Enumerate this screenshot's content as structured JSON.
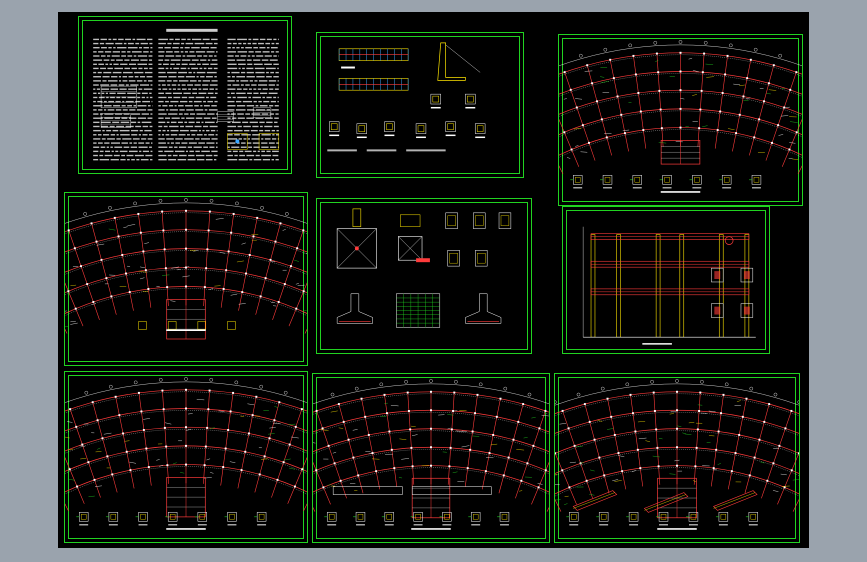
{
  "window": {
    "title": ""
  },
  "colors": {
    "background": "#9aa3ad",
    "canvas": "#000000",
    "frame": "#21d321",
    "wall": "#ff3b3b",
    "line": "#ffffff",
    "accent": "#ffe600",
    "dim": "#3aa7ff"
  },
  "sheets": [
    {
      "id": "notes"
    },
    {
      "id": "details-top"
    },
    {
      "id": "plan-top-right"
    },
    {
      "id": "plan-mid-left"
    },
    {
      "id": "foundation-details"
    },
    {
      "id": "elevation-frame"
    },
    {
      "id": "plan-bottom-left"
    },
    {
      "id": "plan-bottom-mid"
    },
    {
      "id": "plan-bottom-right"
    }
  ]
}
